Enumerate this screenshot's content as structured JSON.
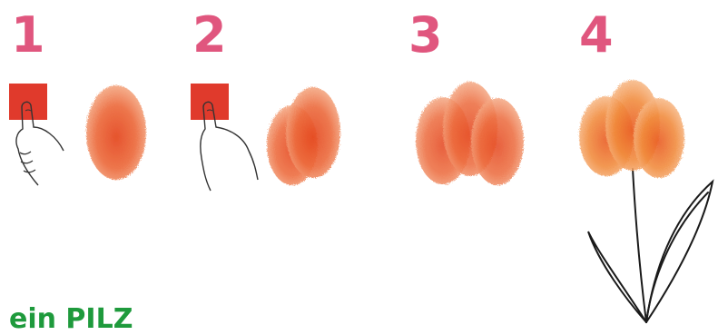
{
  "steps": [
    {
      "number": "1"
    },
    {
      "number": "2"
    },
    {
      "number": "3"
    },
    {
      "number": "4"
    }
  ],
  "caption": "ein PILZ",
  "colors": {
    "step_number": "#e0567e",
    "paint_square": "#e03a2c",
    "print_light": "#f4a27c",
    "print_dark": "#e24a1e",
    "print_orange": "#f08a3a",
    "caption": "#1e9a3c",
    "line": "#333333"
  },
  "icons": [
    "finger-on-paint-pad-icon",
    "fingerprint-icon",
    "tulip-icon"
  ]
}
